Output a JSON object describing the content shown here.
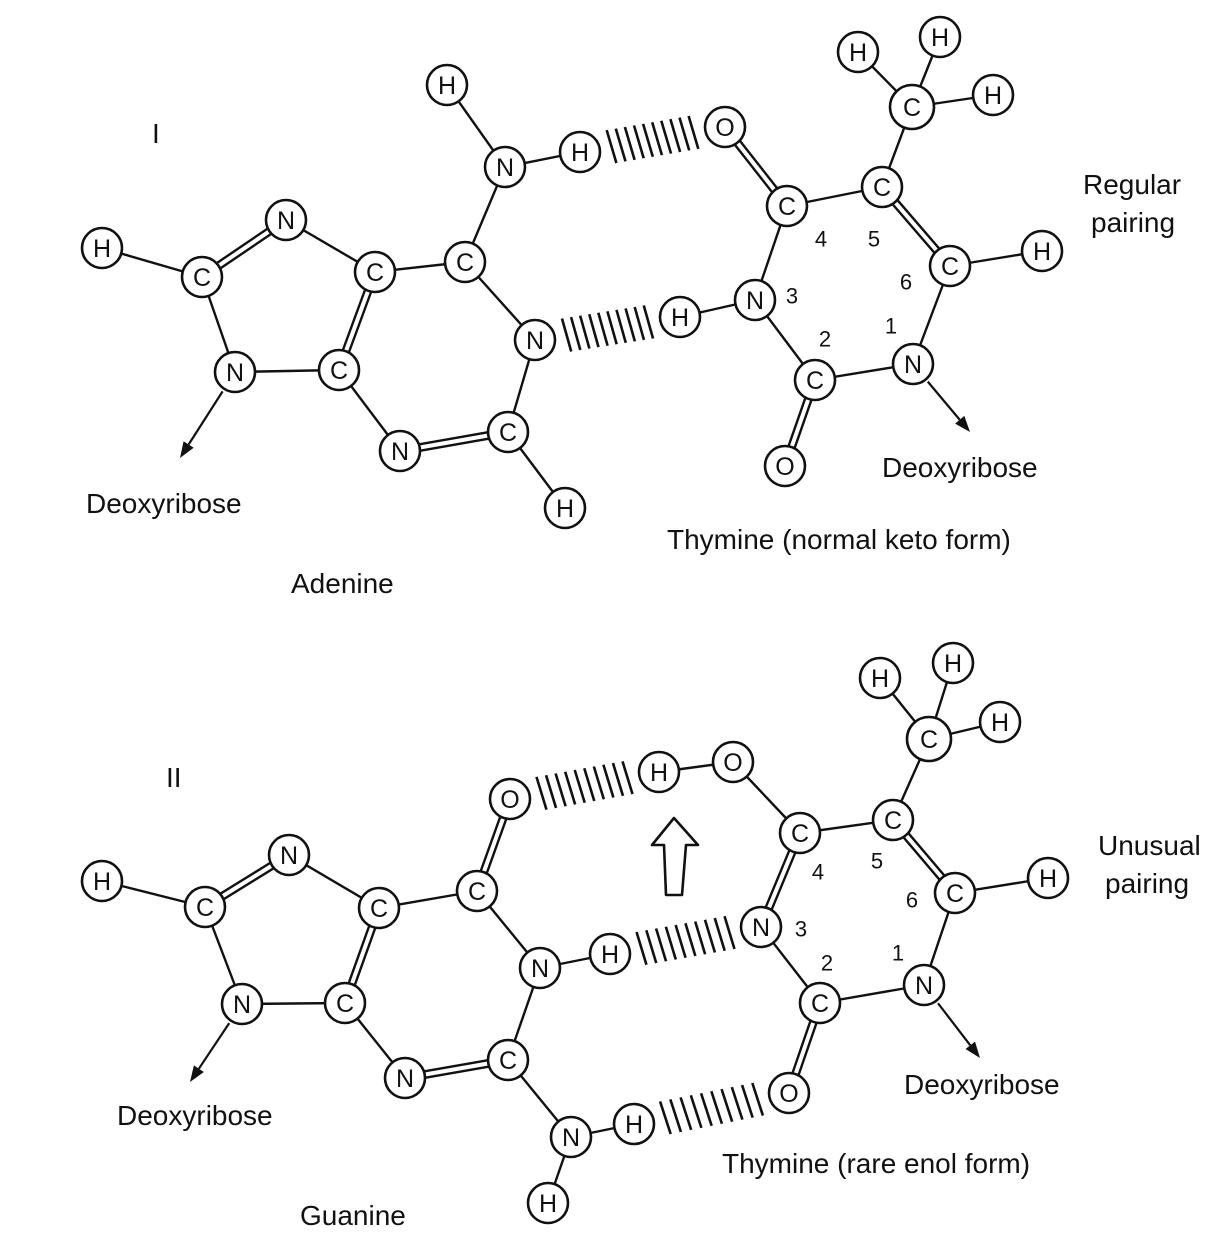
{
  "panels": [
    {
      "numeral": "I",
      "base_left_name": "Adenine",
      "base_right_name": "Thymine (normal keto form)",
      "pairing_label": [
        "Regular",
        "pairing"
      ],
      "sugar_left": "Deoxyribose",
      "sugar_right": "Deoxyribose",
      "ring_numbers": [
        "1",
        "2",
        "3",
        "4",
        "5",
        "6"
      ]
    },
    {
      "numeral": "II",
      "base_left_name": "Guanine",
      "base_right_name": "Thymine (rare enol form)",
      "pairing_label": [
        "Unusual",
        "pairing"
      ],
      "sugar_left": "Deoxyribose",
      "sugar_right": "Deoxyribose",
      "ring_numbers": [
        "1",
        "2",
        "3",
        "4",
        "5",
        "6"
      ]
    }
  ],
  "element_symbols": {
    "hydrogen": "H",
    "carbon": "C",
    "nitrogen": "N",
    "oxygen": "O"
  }
}
